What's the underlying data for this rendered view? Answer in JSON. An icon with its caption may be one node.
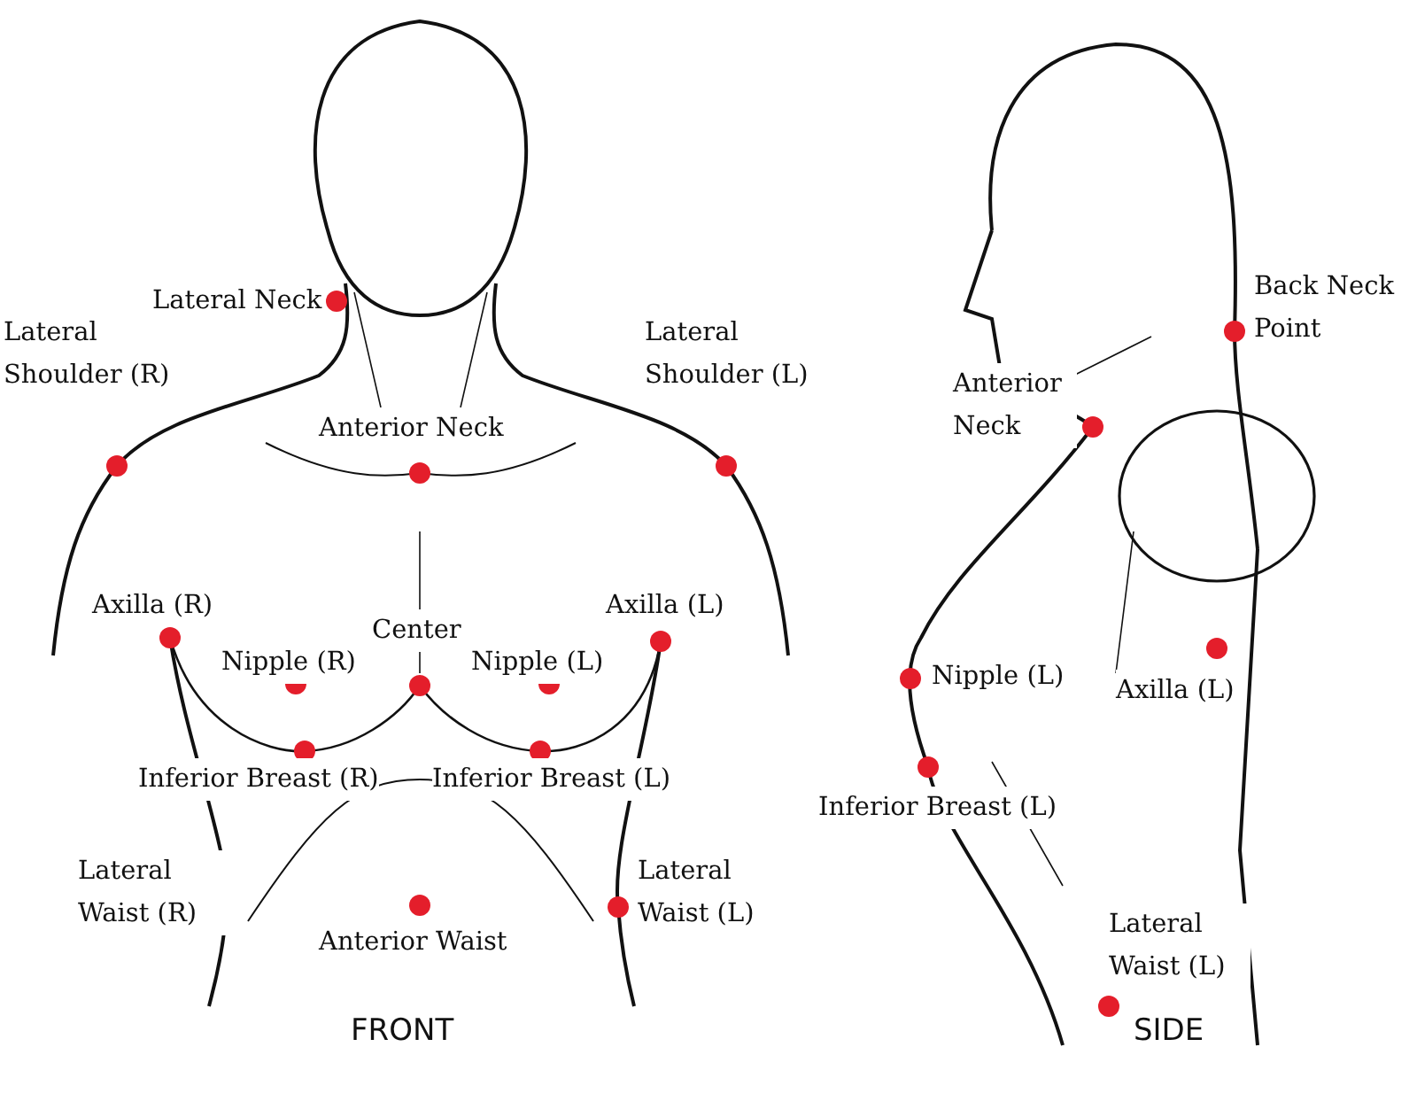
{
  "diagram": {
    "labels": [
      "Lateral Neck",
      "Lateral Shoulder (R)",
      "Anterior Neck",
      "Lateral Shoulder (L)",
      "Axilla (R)",
      "Center",
      "Axilla (L)",
      "Nipple (R)",
      "Nipple (L)",
      "Inferior Breast (R)",
      "Inferior Breast (L)",
      "Lateral Waist (R)",
      "Anterior Waist",
      "Lateral Waist (L)",
      "FRONT",
      "Back Neck Point",
      "Anterior Neck",
      "Nipple (L)",
      "Axilla (L)",
      "Inferior Breast (L)",
      "Lateral Waist (L)",
      "SIDE"
    ]
  }
}
